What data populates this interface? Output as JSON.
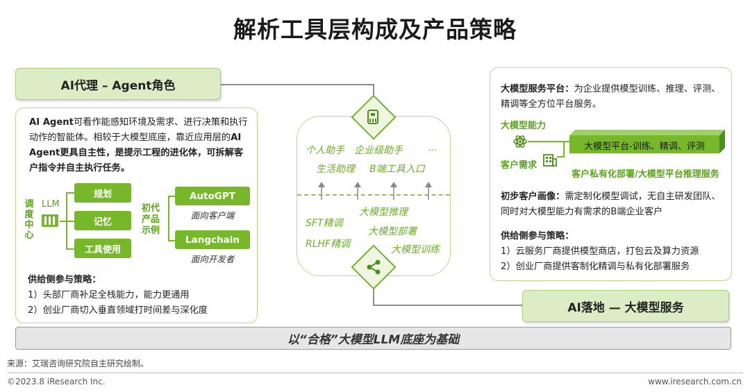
{
  "title": "解析工具层构成及产品策略",
  "left": {
    "header": "AI代理 – Agent角色",
    "desc_1": "AI Agent",
    "desc_2": "可看作能感知环境及需求、进行决策和执行动作的智能体。相较于大模型底座，靠近应用层的",
    "desc_3": "AI Agent更具自主性，是提示工程的进化体，可拆解客户指令并自主执行任务。",
    "center_label": [
      "调",
      "度",
      "中",
      "心"
    ],
    "llm_label": "LLM",
    "modules": [
      "规划",
      "记忆",
      "工具使用"
    ],
    "early_label": [
      "初代",
      "产品",
      "示例"
    ],
    "products": [
      {
        "name": "AutoGPT",
        "sub": "面向客户端"
      },
      {
        "name": "Langchain",
        "sub": "面向开发者"
      }
    ],
    "strategy_title": "供给侧参与策略：",
    "strategy_items": [
      "1）头部厂商补足全栈能力，能力更通用",
      "2）创业厂商切入垂直领域打时间差与深化度"
    ]
  },
  "center": {
    "apps": [
      "个人助手",
      "企业级助手",
      "…",
      "生活助理",
      "B端工具入口"
    ],
    "tasks": [
      "SFT精调",
      "大模型推理",
      "RLHF精调",
      "大模型部署",
      "大模型训练"
    ],
    "top_icon": "server-chip-icon",
    "bottom_icon": "share-nodes-icon"
  },
  "right": {
    "header": "AI落地 — 大模型服务",
    "platform_title": "大模型服务平台：",
    "platform_desc": "为企业提供模型训练、推理、评测、精调等全方位平台服务。",
    "cap_label": "大模型能力",
    "demand_label": "客户需求",
    "bar_label": "大模型平台-训练、精调、评测",
    "bar_caption": "客户私有化部署/大模型平台推理服务",
    "profile_title": "初步客户画像：",
    "profile_desc": "需定制化模型调试，无自主研发团队、同时对大模型能力有需求的B端企业客户",
    "strategy_title": "供给侧参与策略：",
    "strategy_items": [
      "1）云服务厂商提供模型商店，打包云及算力资源",
      "2）创业厂商提供客制化精调与私有化部署服务"
    ]
  },
  "foundation": "以“合格”大模型LLM底座为基础",
  "source": "来源：艾瑞咨询研究院自主研究绘制。",
  "copyright": "©2023.8 iResearch Inc.",
  "website": "www.iresearch.com.cn",
  "colors": {
    "accent": "#76b82a",
    "light": "#dcedc5",
    "border": "#b5d98e"
  }
}
